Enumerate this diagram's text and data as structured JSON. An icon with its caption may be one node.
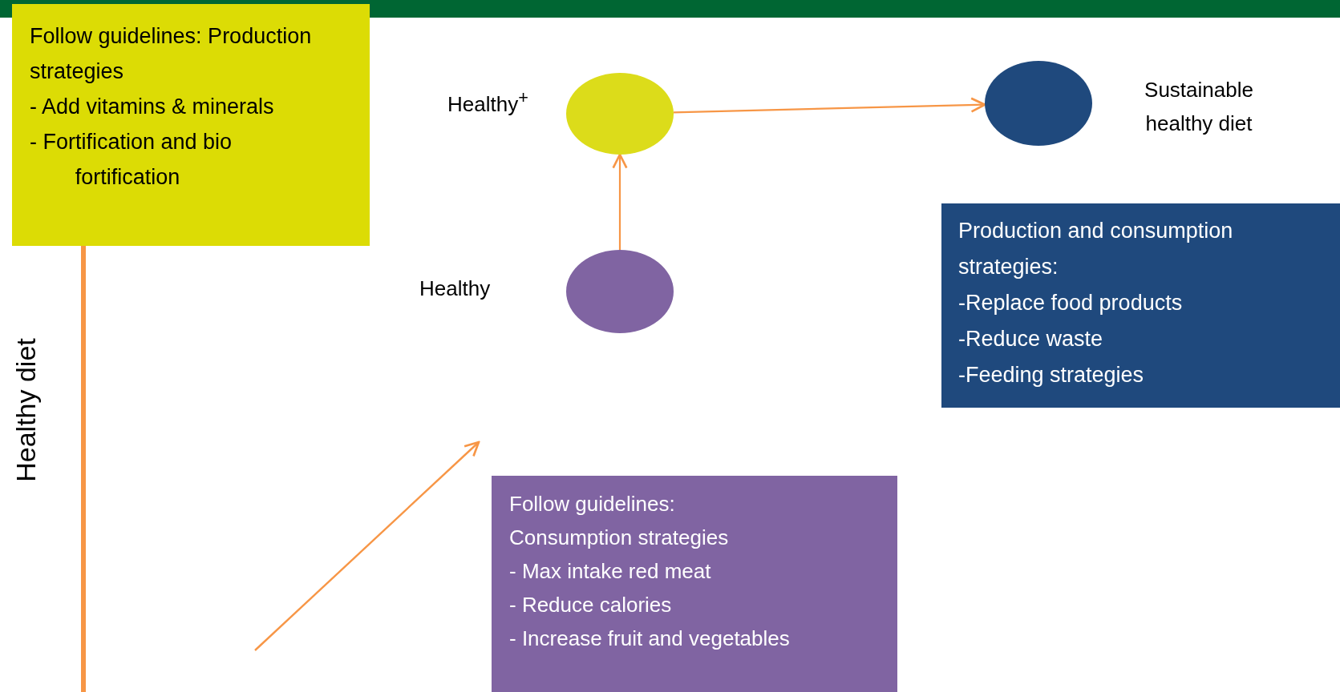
{
  "diagram": {
    "nodes": [
      {
        "text": [
          "Follow guidelines: Production strategies",
          "- Add vitamins & minerals",
          "- Fortification and bio fortification"
        ]
      },
      {
        "text": [],
        "shape": "circle",
        "beside": [
          "Healthy$^{+}$"
        ]
      },
      {
        "text": [],
        "shape": "circle",
        "beside": [
          "Sustainable healthy diet"
        ]
      },
      {
        "text": [
          "Production and consumption strategies:",
          "-Replace food products",
          "-Reduce waste",
          "-Feeding strategies"
        ]
      },
      {
        "text": [],
        "shape": "circle",
        "beside": [
          "Healthy"
        ]
      },
      {
        "text": [
          "Follow guidelines: Consumption strategies",
          "- Max intake red meat",
          "- Reduce calories",
          "- Increase fruit and vegetables"
        ]
      }
    ],
    "edges": [
      {
        "from": 1,
        "to": 2,
        "arrow": "to"
      },
      {
        "from": 4,
        "to": 1,
        "arrow": "to"
      }
    ],
    "labels": [
      "Healthy diet"
    ]
  }
}
